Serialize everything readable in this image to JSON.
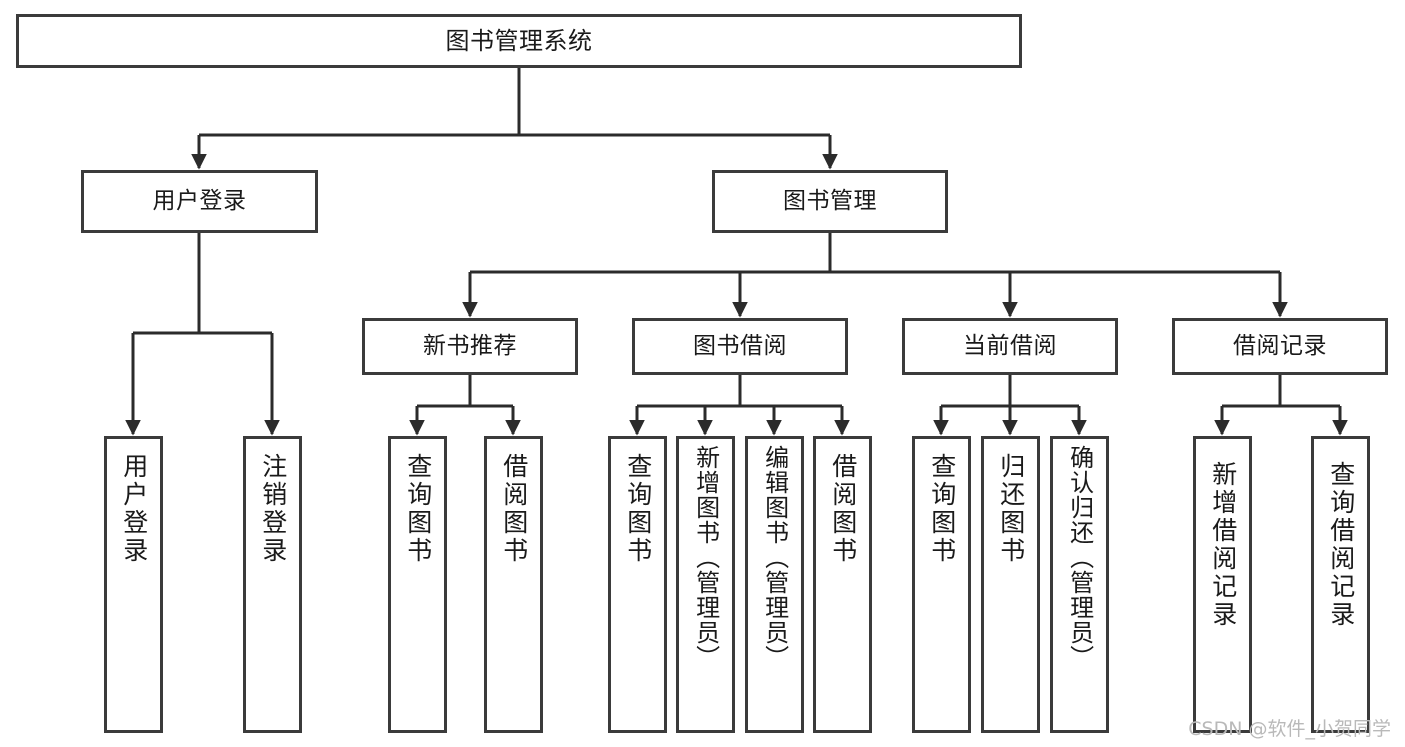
{
  "diagram": {
    "type": "tree-hierarchy-chart",
    "title": "图书管理系统",
    "watermark": "CSDN @软件_小贺同学",
    "colors": {
      "node_border": "#3b3b3b",
      "node_fill": "#ffffff",
      "edge": "#2b2b2b",
      "text": "#1a1a1a",
      "watermark": "#b9b9b9",
      "background": "#ffffff"
    },
    "levels": [
      {
        "level": 1,
        "nodes": [
          {
            "id": "root",
            "label": "图书管理系统",
            "orientation": "horizontal"
          }
        ]
      },
      {
        "level": 2,
        "nodes": [
          {
            "id": "user-login",
            "label": "用户登录",
            "orientation": "horizontal",
            "parent": "root"
          },
          {
            "id": "book-manage",
            "label": "图书管理",
            "orientation": "horizontal",
            "parent": "root"
          }
        ]
      },
      {
        "level": 3,
        "nodes": [
          {
            "id": "new-book-rec",
            "label": "新书推荐",
            "orientation": "horizontal",
            "parent": "book-manage"
          },
          {
            "id": "book-borrow",
            "label": "图书借阅",
            "orientation": "horizontal",
            "parent": "book-manage"
          },
          {
            "id": "current-borrow",
            "label": "当前借阅",
            "orientation": "horizontal",
            "parent": "book-manage"
          },
          {
            "id": "borrow-record",
            "label": "借阅记录",
            "orientation": "horizontal",
            "parent": "book-manage"
          }
        ]
      },
      {
        "level": 4,
        "nodes": [
          {
            "id": "leaf-1",
            "label": "用户登录",
            "orientation": "vertical",
            "parent": "user-login"
          },
          {
            "id": "leaf-2",
            "label": "注销登录",
            "orientation": "vertical",
            "parent": "user-login"
          },
          {
            "id": "leaf-3",
            "label": "查询图书",
            "orientation": "vertical",
            "parent": "new-book-rec"
          },
          {
            "id": "leaf-4",
            "label": "借阅图书",
            "orientation": "vertical",
            "parent": "new-book-rec"
          },
          {
            "id": "leaf-5",
            "label": "查询图书",
            "orientation": "vertical",
            "parent": "book-borrow"
          },
          {
            "id": "leaf-6",
            "label": "新增图书（管理员）",
            "orientation": "vertical",
            "parent": "book-borrow"
          },
          {
            "id": "leaf-7",
            "label": "编辑图书（管理员）",
            "orientation": "vertical",
            "parent": "book-borrow"
          },
          {
            "id": "leaf-8",
            "label": "借阅图书",
            "orientation": "vertical",
            "parent": "book-borrow"
          },
          {
            "id": "leaf-9",
            "label": "查询图书",
            "orientation": "vertical",
            "parent": "current-borrow"
          },
          {
            "id": "leaf-10",
            "label": "归还图书",
            "orientation": "vertical",
            "parent": "current-borrow"
          },
          {
            "id": "leaf-11",
            "label": "确认归还（管理员）",
            "orientation": "vertical",
            "parent": "current-borrow"
          },
          {
            "id": "leaf-12",
            "label": "新增借阅记录",
            "orientation": "vertical",
            "parent": "borrow-record"
          },
          {
            "id": "leaf-13",
            "label": "查询借阅记录",
            "orientation": "vertical",
            "parent": "borrow-record"
          }
        ]
      }
    ]
  }
}
